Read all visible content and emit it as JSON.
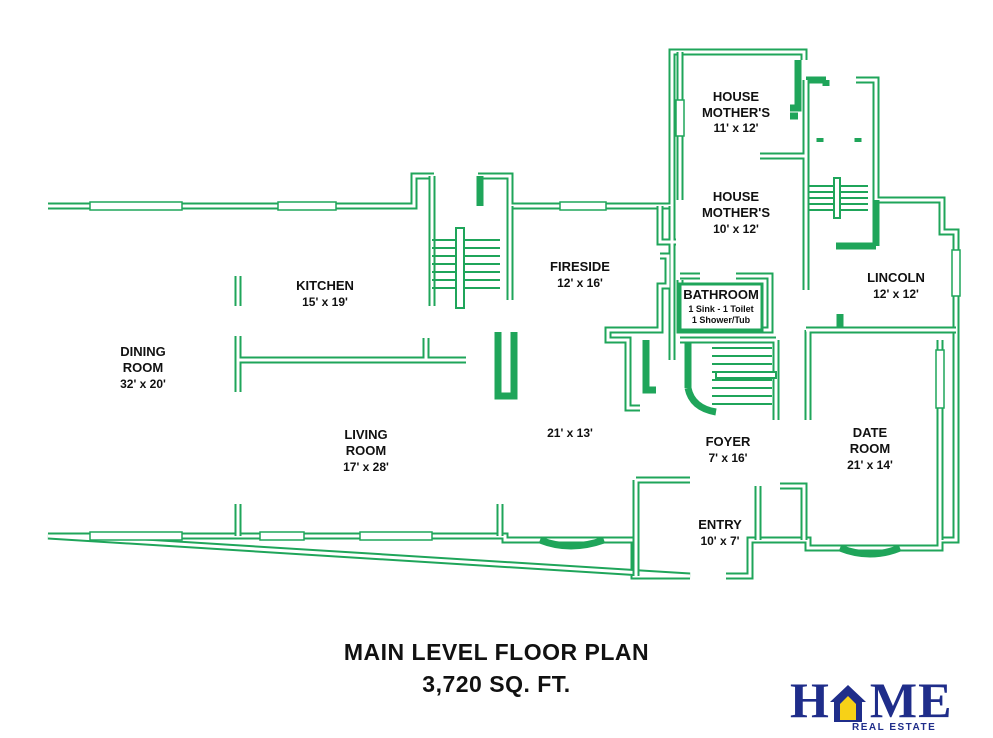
{
  "title": "MAIN LEVEL FLOOR PLAN",
  "subtitle": "3,720 SQ. FT.",
  "rooms": {
    "house_mother_1": {
      "name_line1": "HOUSE",
      "name_line2": "MOTHER'S",
      "dim": "11' x 12'"
    },
    "house_mother_2": {
      "name_line1": "HOUSE",
      "name_line2": "MOTHER'S",
      "dim": "10' x 12'"
    },
    "kitchen": {
      "name": "KITCHEN",
      "dim": "15' x 19'"
    },
    "fireside": {
      "name": "FIRESIDE",
      "dim": "12' x 16'"
    },
    "bathroom": {
      "name": "BATHROOM",
      "note1": "1 Sink - 1 Toilet",
      "note2": "1 Shower/Tub"
    },
    "lincoln": {
      "name": "LINCOLN",
      "dim": "12' x 12'"
    },
    "dining": {
      "name_line1": "DINING",
      "name_line2": "ROOM",
      "dim": "32' x 20'"
    },
    "living": {
      "name_line1": "LIVING",
      "name_line2": "ROOM",
      "dim": "17' x 28'"
    },
    "hall": {
      "dim": "21' x 13'"
    },
    "foyer": {
      "name": "FOYER",
      "dim": "7' x 16'"
    },
    "date": {
      "name_line1": "DATE",
      "name_line2": "ROOM",
      "dim": "21' x 14'"
    },
    "entry": {
      "name": "ENTRY",
      "dim": "10' x 7'"
    }
  },
  "logo": {
    "word_h": "H",
    "word_me": "ME",
    "tagline": "REAL ESTATE"
  },
  "colors": {
    "wall": "#1fa55a",
    "logo_blue": "#1f2d8a",
    "logo_yellow": "#f7d117"
  }
}
